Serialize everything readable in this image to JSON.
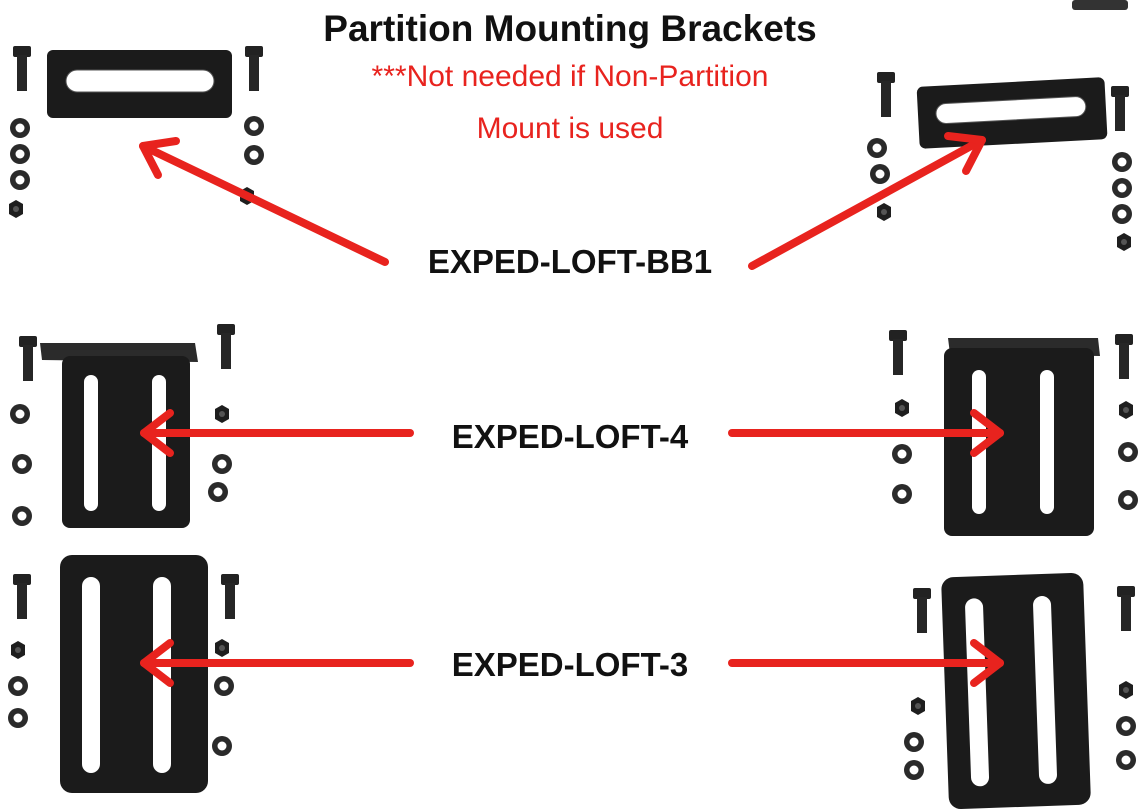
{
  "title": "Partition Mounting Brackets",
  "note_line1": "***Not needed if Non-Partition",
  "note_line2": "Mount is used",
  "parts": [
    {
      "label": "EXPED-LOFT-BB1"
    },
    {
      "label": "EXPED-LOFT-4"
    },
    {
      "label": "EXPED-LOFT-3"
    }
  ],
  "colors": {
    "arrow": "#e8231e",
    "bracket": "#1b1b1b",
    "hardware": "#222222"
  }
}
